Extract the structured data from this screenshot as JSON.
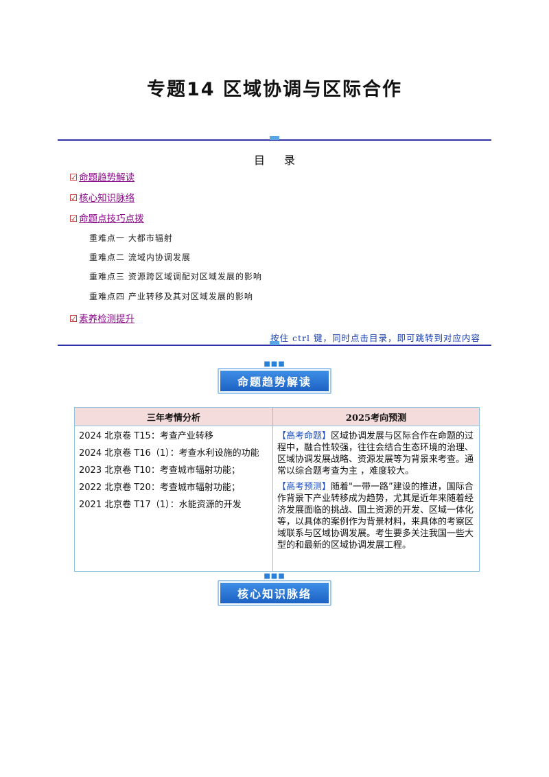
{
  "title": "专题14  区域协调与区际合作",
  "toc": {
    "heading": "目录",
    "links": [
      "命题趋势解读",
      "核心知识脉络",
      "命题点技巧点拨",
      "素养检测提升"
    ],
    "subitems": [
      "重难点一  大都市辐射",
      "重难点二  流域内协调发展",
      "重难点三  资源跨区域调配对区域发展的影响",
      "重难点四  产业转移及其对区域发展的影响"
    ],
    "checkmark": "☑",
    "hint": "按住 ctrl 键，同时点击目录，即可跳转到对应内容"
  },
  "banners": {
    "trend": "命题趋势解读",
    "knowledge": "核心知识脉络"
  },
  "table": {
    "headers": [
      "三年考情分析",
      "2025考向预测"
    ],
    "left_items": [
      "2024 北京卷 T15：考查产业转移",
      "2024 北京卷 T16（1）：考查水利设施的功能",
      "2023 北京卷 T10：考查城市辐射功能；",
      "2022 北京卷 T20：考查城市辐射功能；",
      "2021 北京卷 T17（1）：水能资源的开发"
    ],
    "right_blocks": [
      {
        "tag": "【高考命题】",
        "text": "区域协调发展与区际合作在命题的过程中，融合性较强，往往会结合生态环境的治理、区域协调发展战略、资源发展等为背景来考查。通常以综合题考查为主 ，难度较大。"
      },
      {
        "tag": "【高考预测】",
        "text": "随着\"一带一路”建设的推进，国际合作背景下产业转移成为趋势，尤其是近年来随着经济发展面临的挑战、国土资源的开发、区域一体化等，以具体的案例作为背景材料，来具体的考察区域联系与区域协调发展。考生要多关注我国一些大型的和最新的区域协调发展工程。"
      }
    ]
  },
  "colors": {
    "rule": "#2f2fa8",
    "link": "#8b0a8b",
    "banner": "#1c62c4",
    "header_bg": "#f5dcdc"
  }
}
